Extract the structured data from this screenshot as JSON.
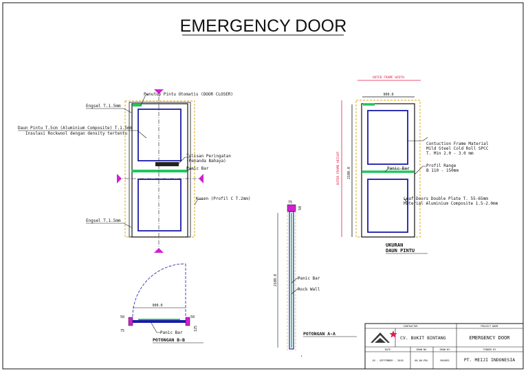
{
  "title": "EMERGENCY DOOR",
  "front_view": {
    "labels": {
      "closer": "Penutup Pintu Otomatis (DOOR CLOSER)",
      "hinge_top": "Engsel T.1.5mm",
      "leaf_line1": "Daun Pintu T.5cm (Aluminium Composite) T.1.5mm",
      "leaf_line2": "Insulasi Rockwool dengan density tertentu",
      "sign_line1": "Tulisan Peringatan",
      "sign_line2": "(Penanda Bahaya)",
      "panic_bar": "Panic Bar",
      "frame": "Kusen (Profil C T.2mm)",
      "hinge_bottom": "Engsel T.1.5mm"
    }
  },
  "size_view": {
    "outer_frame_width": "OUTER FRAME WIDTH",
    "width_dim": "900.0",
    "height_dim": "2100.0",
    "outer_frame_height": "OUTER FRAME HEIGHT",
    "labels": {
      "frame_line1": "Contuction Frame Material",
      "frame_line2": "Mild Steel Cold Roll SPCC",
      "frame_line3": "T. Min 2.0 - 3.0 mm",
      "panic_bar": "Panic Bar",
      "profile_line1": "Profil Range",
      "profile_line2": "B 110 - 150mm",
      "leaf_line1": "Leaf Doors Double Plate T. 55-65mm",
      "leaf_line2": "Material Aluminium Composite 1.5-2.0mm"
    },
    "caption_line1": "UKURAN",
    "caption_line2": "DAUN PINTU"
  },
  "section_bb": {
    "width_dim": "900.0",
    "dim_50_left": "50",
    "dim_50_right": "50",
    "dim_75": "75",
    "dim_125": "125",
    "panic_bar": "Panic Bar",
    "caption": "POTONGAN B-B"
  },
  "section_aa": {
    "dim_top": "75",
    "dim_side": "50",
    "dim_height": "2100.0",
    "panic_bar": "Panic Bar",
    "rock_wall": "Rock Wall",
    "caption": "POTONGAN A-A"
  },
  "title_block": {
    "contractor_header": "CONTRACTOR",
    "project_header": "PROJECT NAME",
    "contractor": "CV. BUKIT BINTANG",
    "project": "EMERGENCY DOOR",
    "date_header": "DATE",
    "drawn_header": "DRAW NO",
    "scale_header": "DRAW BY",
    "owner_header": "TENDER BY",
    "date": "18 - SEPTEMBER - 2018",
    "drawn_no": "00-00-PBL",
    "drawn_by": "MASKED",
    "owner": "PT. MEIJI INDONESIA"
  },
  "colors": {
    "line": "#111111",
    "door_blue": "#1a1aa8",
    "frame_yellow": "#e0b63a",
    "panic_green": "#22c55e",
    "dim_red": "#e11d48",
    "marker_magenta": "#d21fd2"
  }
}
